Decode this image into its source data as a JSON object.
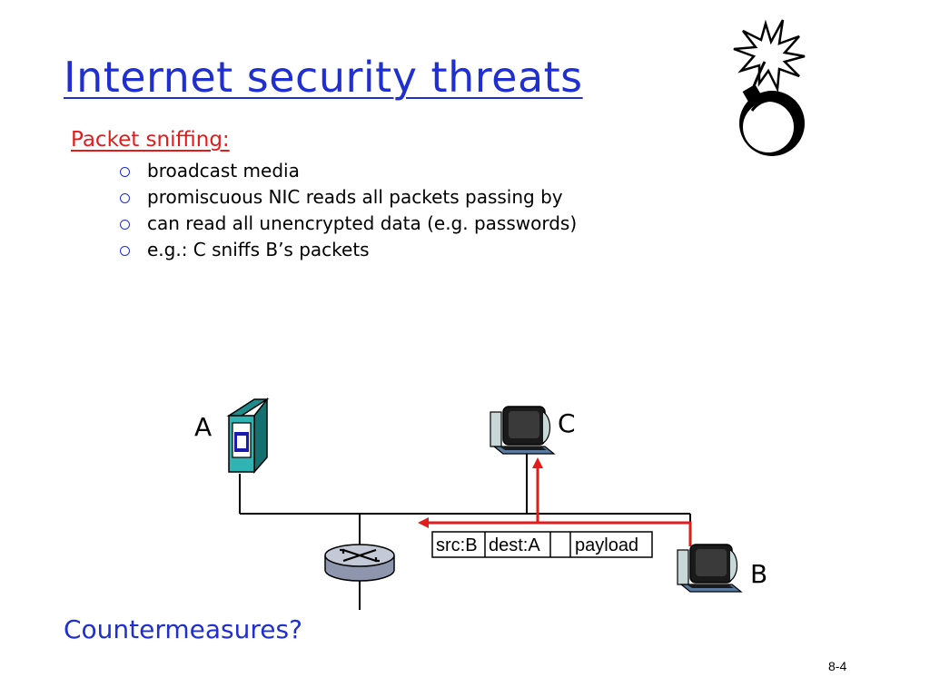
{
  "slide": {
    "title": "Internet security threats",
    "section_heading": "Packet sniffing:",
    "bullets": [
      "broadcast media",
      "promiscuous NIC reads all packets passing by",
      "can read all unencrypted data (e.g. passwords)",
      "e.g.: C sniffs B’s packets"
    ],
    "countermeasures": "Countermeasures?",
    "page_number": "8-4"
  },
  "diagram": {
    "nodes": {
      "a": "A",
      "b": "B",
      "c": "C"
    },
    "packet": {
      "src": "src:B",
      "dest": "dest:A",
      "payload": "payload"
    }
  },
  "icons": [
    "bomb-icon",
    "server-icon",
    "workstation-icon",
    "router-icon"
  ],
  "colors": {
    "title": "#1f2fd0",
    "heading": "#e41b1b",
    "bullet": "#1f2fd0",
    "sniff_path": "#e41b1b",
    "server": "#2fb3b3",
    "router": "#a9b0c4"
  }
}
